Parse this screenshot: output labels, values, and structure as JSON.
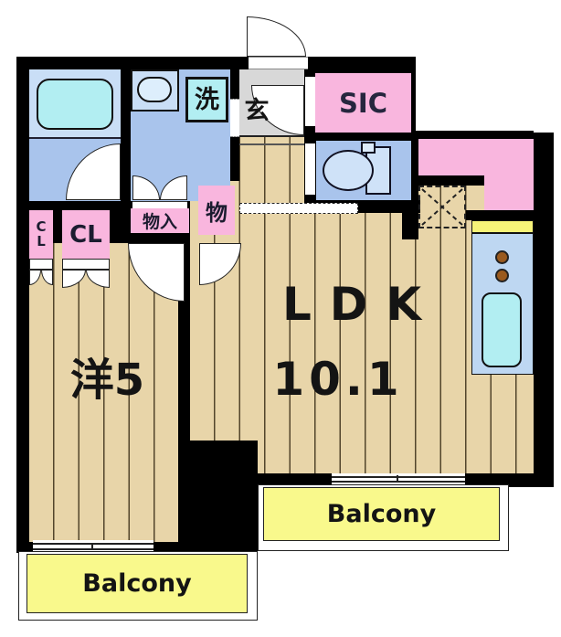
{
  "plan_type": "apartment-floor-plan",
  "rooms": {
    "ldk": {
      "label": "LDK",
      "size_label": "10.1"
    },
    "western_room": {
      "label": "洋5"
    },
    "entrance": {
      "label": "玄"
    },
    "shoe_closet": {
      "label": "SIC"
    },
    "washer_space": {
      "label": "洗"
    },
    "storage_hall": {
      "label": "物入"
    },
    "storage_small": {
      "label": "物"
    },
    "closet_small": {
      "line1": "C",
      "line2": "L"
    },
    "closet_large": {
      "label": "CL"
    },
    "balcony_left": {
      "label": "Balcony"
    },
    "balcony_right": {
      "label": "Balcony"
    }
  },
  "colors": {
    "wall": "#000000",
    "wood_floor": "#e8d5a9",
    "room_pink": "#f9b6de",
    "room_blue": "#a9c4ec",
    "light_blue": "#c9def6",
    "fixture_cyan": "#b2eef2",
    "balcony_yellow": "#f9f98c",
    "kitchen_counter_top_yellow": "#f7f378",
    "kitchen_counter_blue": "#bed7f2",
    "entrance_gray": "#d8d8d8",
    "burner_brown": "#9a5a1e"
  }
}
